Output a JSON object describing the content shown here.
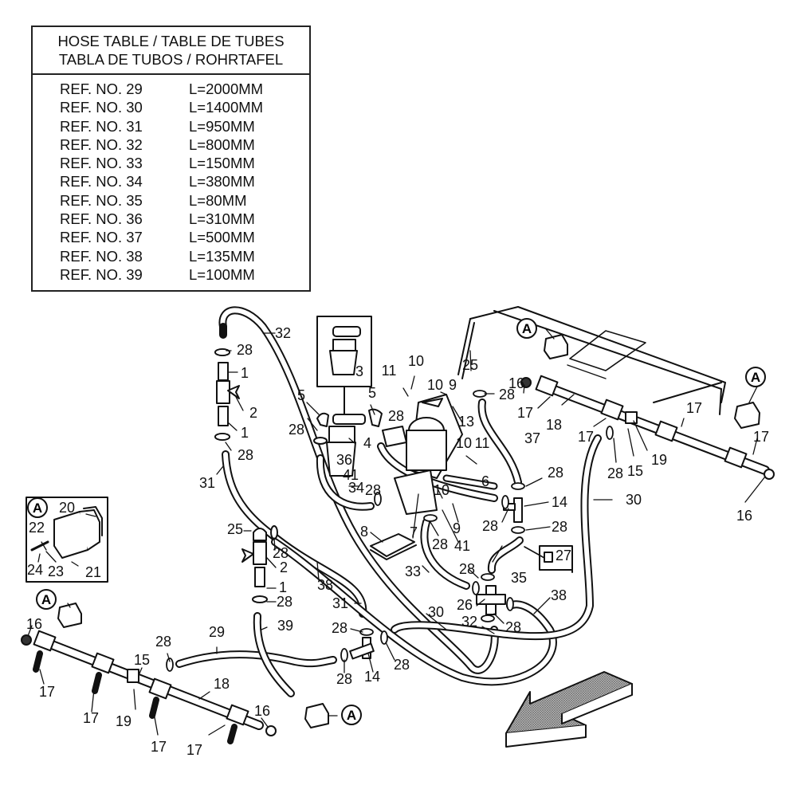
{
  "hose_table": {
    "title_line1": "HOSE TABLE / TABLE DE TUBES",
    "title_line2": "TABLA DE TUBOS / ROHRTAFEL",
    "rows": [
      {
        "ref": "REF. NO. 29",
        "length": "L=2000MM"
      },
      {
        "ref": "REF. NO. 30",
        "length": "L=1400MM"
      },
      {
        "ref": "REF. NO. 31",
        "length": "L=950MM"
      },
      {
        "ref": "REF. NO. 32",
        "length": "L=800MM"
      },
      {
        "ref": "REF. NO. 33",
        "length": "L=150MM"
      },
      {
        "ref": "REF. NO. 34",
        "length": "L=380MM"
      },
      {
        "ref": "REF. NO. 35",
        "length": "L=80MM"
      },
      {
        "ref": "REF. NO. 36",
        "length": "L=310MM"
      },
      {
        "ref": "REF. NO. 37",
        "length": "L=500MM"
      },
      {
        "ref": "REF. NO. 38",
        "length": "L=135MM"
      },
      {
        "ref": "REF. NO. 39",
        "length": "L=100MM"
      }
    ]
  },
  "detail_a_label": "A",
  "callouts": [
    {
      "id": "c32",
      "text": "32"
    },
    {
      "id": "c28a",
      "text": "28"
    },
    {
      "id": "c1a",
      "text": "1"
    },
    {
      "id": "c2a",
      "text": "2"
    },
    {
      "id": "c1b",
      "text": "1"
    },
    {
      "id": "c28b",
      "text": "28"
    },
    {
      "id": "c31a",
      "text": "31"
    },
    {
      "id": "c3",
      "text": "3"
    },
    {
      "id": "c5a",
      "text": "5"
    },
    {
      "id": "c5b",
      "text": "5"
    },
    {
      "id": "c28c",
      "text": "28"
    },
    {
      "id": "c4",
      "text": "4"
    },
    {
      "id": "c28d",
      "text": "28"
    },
    {
      "id": "c36",
      "text": "36"
    },
    {
      "id": "c41a",
      "text": "41"
    },
    {
      "id": "c34",
      "text": "34"
    },
    {
      "id": "c11a",
      "text": "11"
    },
    {
      "id": "c10a",
      "text": "10"
    },
    {
      "id": "c10b",
      "text": "10"
    },
    {
      "id": "c9a",
      "text": "9"
    },
    {
      "id": "c13",
      "text": "13"
    },
    {
      "id": "c10c",
      "text": "10"
    },
    {
      "id": "c11b",
      "text": "11"
    },
    {
      "id": "c6",
      "text": "6"
    },
    {
      "id": "c25a",
      "text": "25"
    },
    {
      "id": "c28e",
      "text": "28"
    },
    {
      "id": "c16a",
      "text": "16"
    },
    {
      "id": "c37",
      "text": "37"
    },
    {
      "id": "c17a",
      "text": "17"
    },
    {
      "id": "c18a",
      "text": "18"
    },
    {
      "id": "c17b",
      "text": "17"
    },
    {
      "id": "c28f",
      "text": "28"
    },
    {
      "id": "c15a",
      "text": "15"
    },
    {
      "id": "c19a",
      "text": "19"
    },
    {
      "id": "c17c",
      "text": "17"
    },
    {
      "id": "c17d",
      "text": "17"
    },
    {
      "id": "c16b",
      "text": "16"
    },
    {
      "id": "c30a",
      "text": "30"
    },
    {
      "id": "c28g",
      "text": "28"
    },
    {
      "id": "c14a",
      "text": "14"
    },
    {
      "id": "c28h",
      "text": "28"
    },
    {
      "id": "c28i",
      "text": "28"
    },
    {
      "id": "c28j",
      "text": "28"
    },
    {
      "id": "c10d",
      "text": "10"
    },
    {
      "id": "c9b",
      "text": "9"
    },
    {
      "id": "c28k",
      "text": "28"
    },
    {
      "id": "c41b",
      "text": "41"
    },
    {
      "id": "c7",
      "text": "7"
    },
    {
      "id": "c8",
      "text": "8"
    },
    {
      "id": "c33",
      "text": "33"
    },
    {
      "id": "c27",
      "text": "27"
    },
    {
      "id": "c35",
      "text": "35"
    },
    {
      "id": "c28l",
      "text": "28"
    },
    {
      "id": "c26",
      "text": "26"
    },
    {
      "id": "c28m",
      "text": "28"
    },
    {
      "id": "c38a",
      "text": "38"
    },
    {
      "id": "c30b",
      "text": "30"
    },
    {
      "id": "c32b",
      "text": "32"
    },
    {
      "id": "c25b",
      "text": "25"
    },
    {
      "id": "c28n",
      "text": "28"
    },
    {
      "id": "c2b",
      "text": "2"
    },
    {
      "id": "c1c",
      "text": "1"
    },
    {
      "id": "c28o",
      "text": "28"
    },
    {
      "id": "c39",
      "text": "39"
    },
    {
      "id": "c38b",
      "text": "38"
    },
    {
      "id": "c31b",
      "text": "31"
    },
    {
      "id": "c28p",
      "text": "28"
    },
    {
      "id": "c28q",
      "text": "28"
    },
    {
      "id": "c28r",
      "text": "28"
    },
    {
      "id": "c14b",
      "text": "14"
    },
    {
      "id": "c20",
      "text": "20"
    },
    {
      "id": "c22",
      "text": "22"
    },
    {
      "id": "c24",
      "text": "24"
    },
    {
      "id": "c23",
      "text": "23"
    },
    {
      "id": "c21",
      "text": "21"
    },
    {
      "id": "c16c",
      "text": "16"
    },
    {
      "id": "c17e",
      "text": "17"
    },
    {
      "id": "c28s",
      "text": "28"
    },
    {
      "id": "c29",
      "text": "29"
    },
    {
      "id": "c15b",
      "text": "15"
    },
    {
      "id": "c17f",
      "text": "17"
    },
    {
      "id": "c19b",
      "text": "19"
    },
    {
      "id": "c18b",
      "text": "18"
    },
    {
      "id": "c17g",
      "text": "17"
    },
    {
      "id": "c17h",
      "text": "17"
    },
    {
      "id": "c16d",
      "text": "16"
    }
  ],
  "detail_markers": [
    {
      "id": "a1",
      "text": "A"
    },
    {
      "id": "a2",
      "text": "A"
    },
    {
      "id": "a3",
      "text": "A"
    },
    {
      "id": "a4",
      "text": "A"
    },
    {
      "id": "a5",
      "text": "A"
    }
  ]
}
